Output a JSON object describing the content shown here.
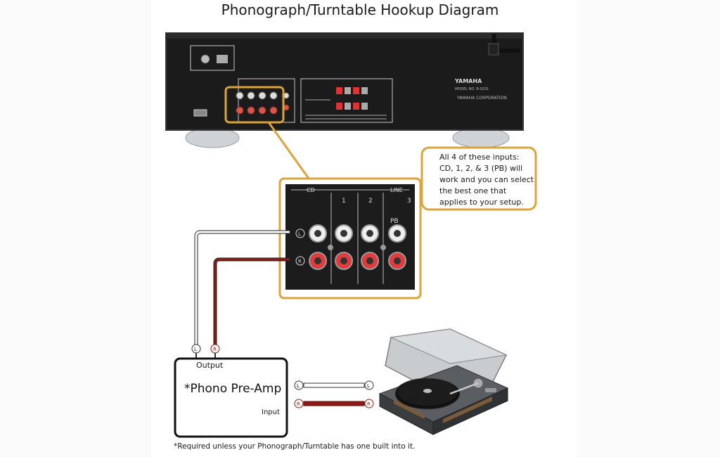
{
  "title": "Phonograph/Turntable Hookup Diagram",
  "receiver": {
    "brand": "YAMAHA",
    "model": "MODEL NO. R-S201",
    "corporation": "YAMAHA CORPORATION"
  },
  "inset": {
    "cd_label": "CD",
    "line_label": "LINE",
    "col_labels": [
      "1",
      "2",
      "3"
    ],
    "pb_label": "PB",
    "left_symbol": "L",
    "right_symbol": "R"
  },
  "callout": {
    "text": "All 4 of these inputs: CD, 1, 2, & 3 (PB) will work and you can select the best one that applies to your setup."
  },
  "preamp": {
    "output_label": "Output",
    "name": "*Phono Pre-Amp",
    "input_label": "Input"
  },
  "cable_tags": {
    "left": "L",
    "right": "R"
  },
  "footnote": "*Required unless your Phonograph/Turntable has one built into it.",
  "colors": {
    "callout_border": "#d9a43a",
    "receiver_body": "#1b1b1b",
    "red_cable": "#8e1a12",
    "white_cable": "#ffffff"
  }
}
